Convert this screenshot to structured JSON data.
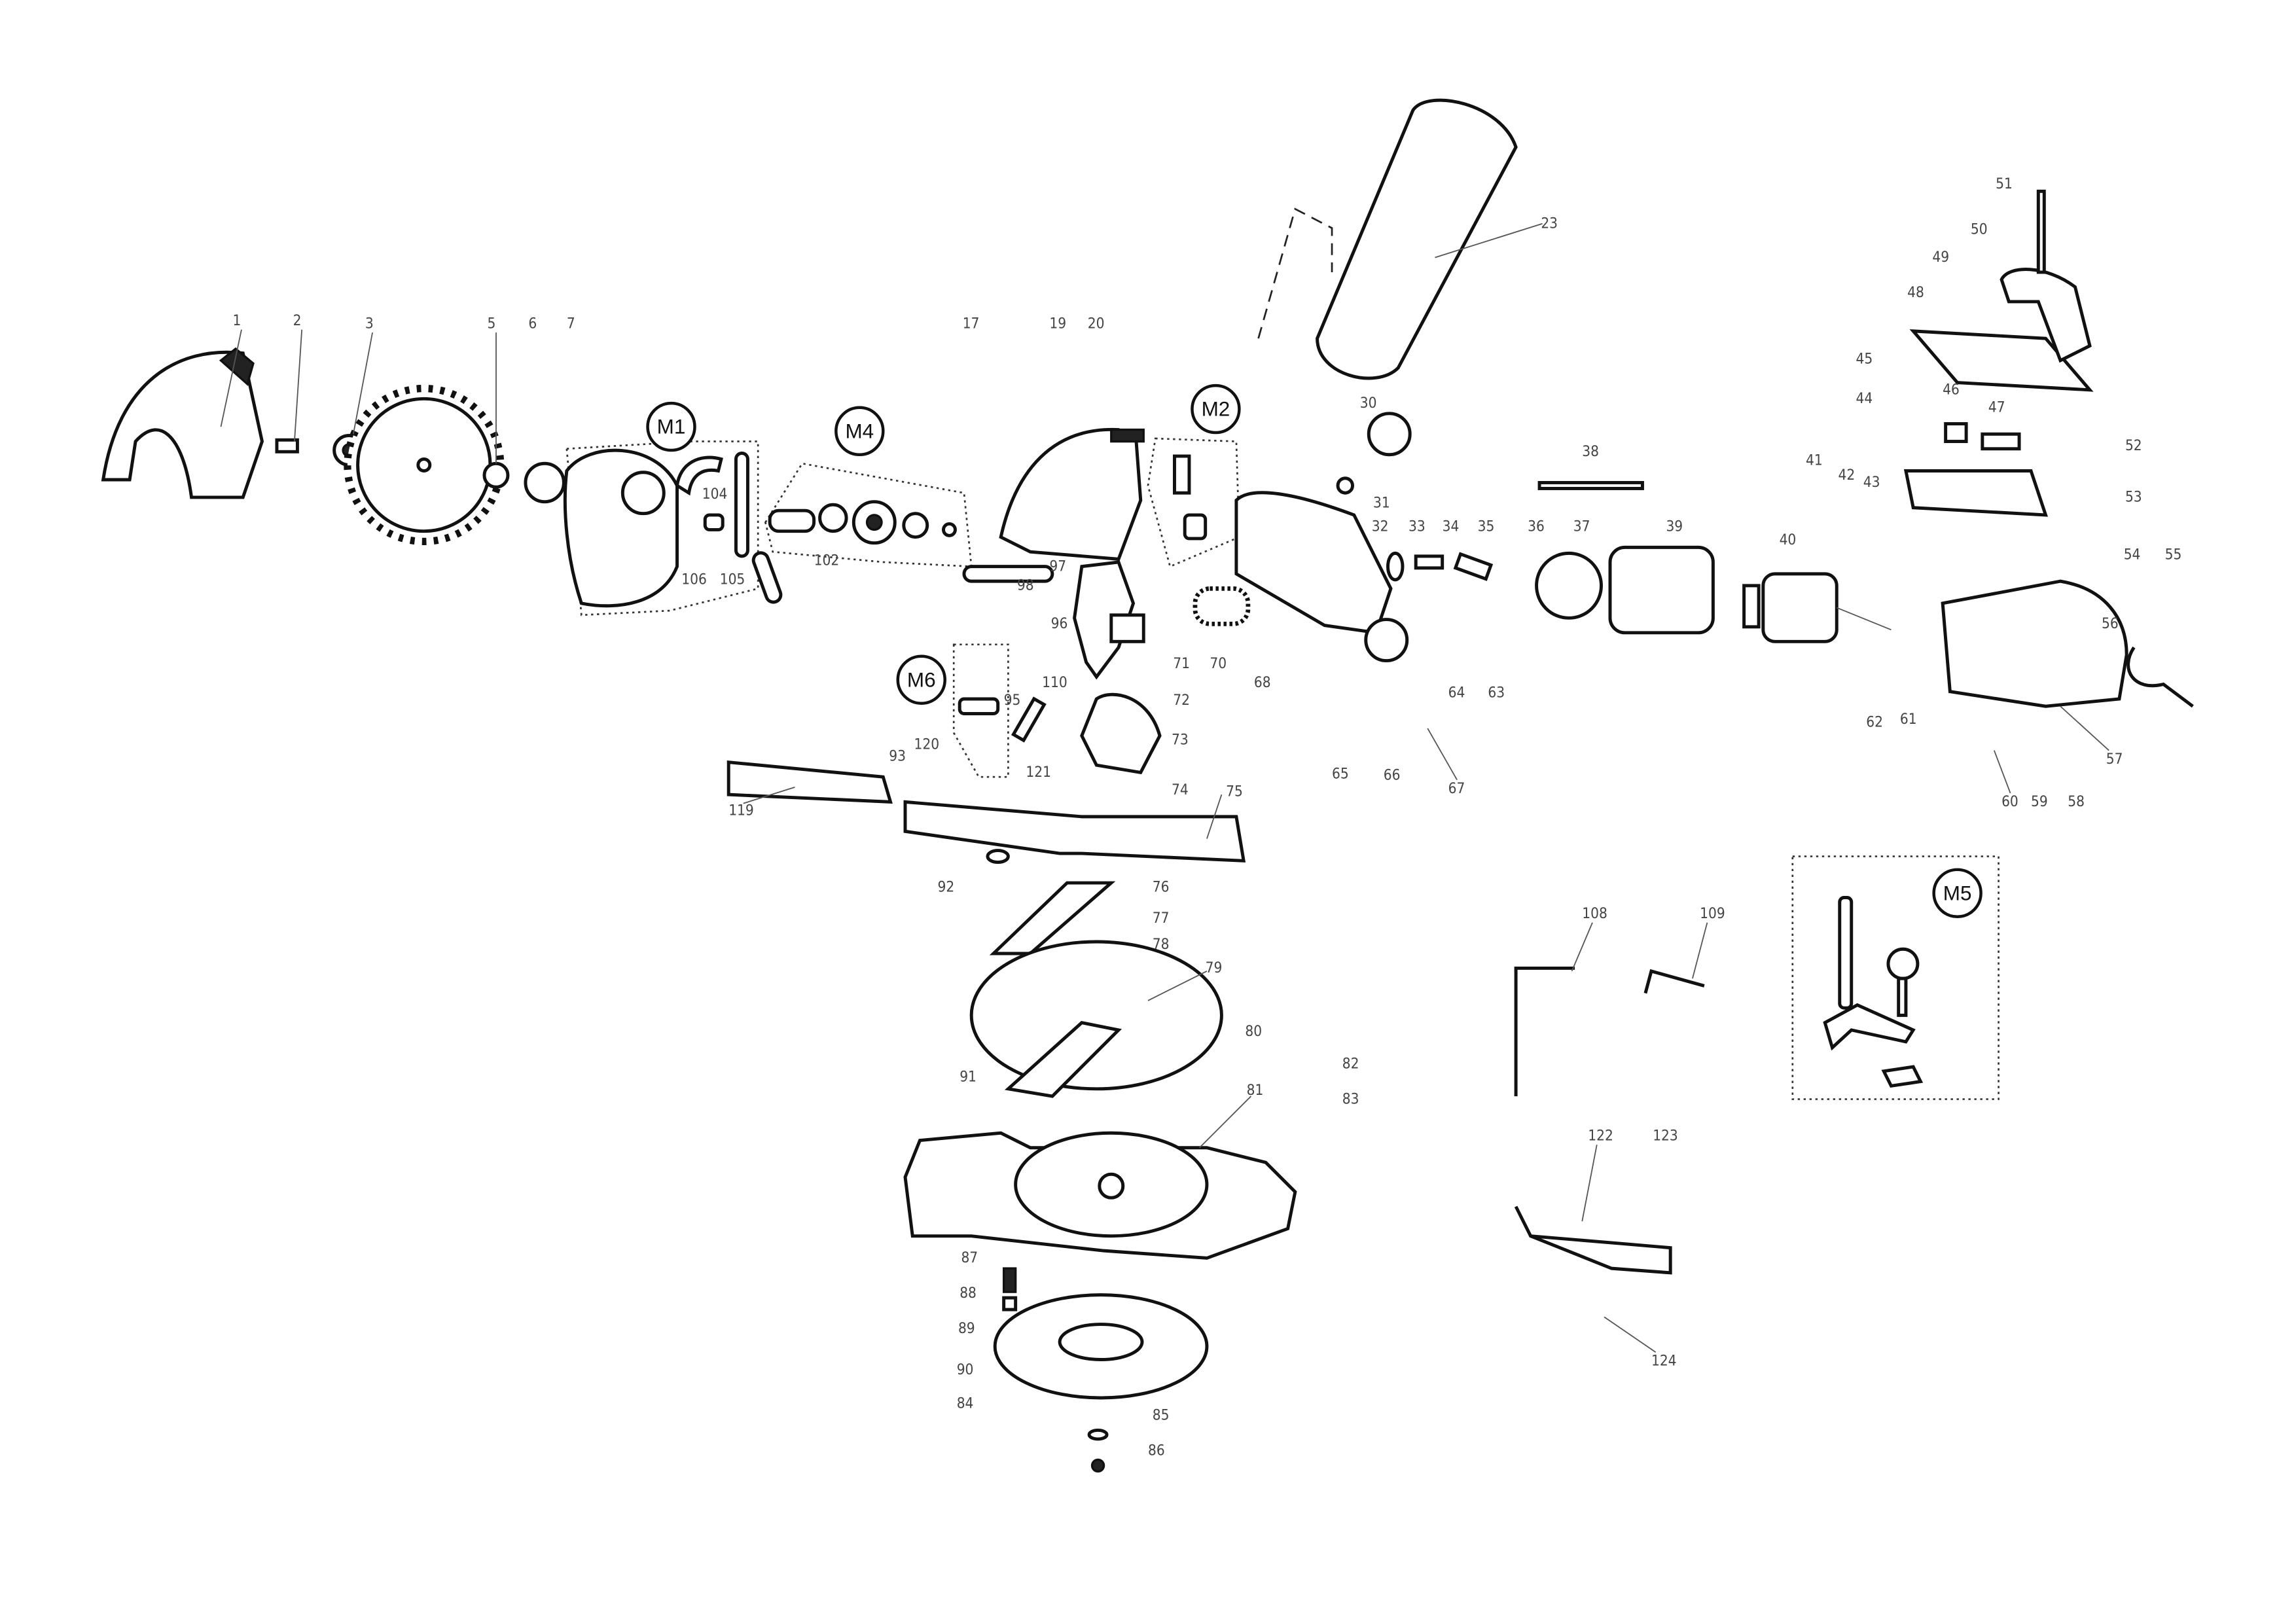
{
  "title": "Miter saw exploded parts diagram",
  "modules": {
    "m1": "M1",
    "m2": "M2",
    "m4": "M4",
    "m5": "M5",
    "m6": "M6"
  },
  "callouts": {
    "c1": "1",
    "c2": "2",
    "c3": "3",
    "c5": "5",
    "c6": "6",
    "c7": "7",
    "c17": "17",
    "c19": "19",
    "c20": "20",
    "c23": "23",
    "c30": "30",
    "c31": "31",
    "c32": "32",
    "c33": "33",
    "c34": "34",
    "c35": "35",
    "c36": "36",
    "c37": "37",
    "c38": "38",
    "c39": "39",
    "c40": "40",
    "c41": "41",
    "c42": "42",
    "c43": "43",
    "c44": "44",
    "c45": "45",
    "c46": "46",
    "c47": "47",
    "c48": "48",
    "c49": "49",
    "c50": "50",
    "c51": "51",
    "c52": "52",
    "c53": "53",
    "c54": "54",
    "c55": "55",
    "c56": "56",
    "c57": "57",
    "c58": "58",
    "c59": "59",
    "c60": "60",
    "c61": "61",
    "c62": "62",
    "c63": "63",
    "c64": "64",
    "c65": "65",
    "c66": "66",
    "c67": "67",
    "c68": "68",
    "c70": "70",
    "c71": "71",
    "c72": "72",
    "c73": "73",
    "c74": "74",
    "c75": "75",
    "c76": "76",
    "c77": "77",
    "c78": "78",
    "c79": "79",
    "c80": "80",
    "c81": "81",
    "c82": "82",
    "c83": "83",
    "c84": "84",
    "c85": "85",
    "c86": "86",
    "c87": "87",
    "c88": "88",
    "c89": "89",
    "c90": "90",
    "c91": "91",
    "c92": "92",
    "c93": "93",
    "c95": "95",
    "c96": "96",
    "c97": "97",
    "c98": "98",
    "c102": "102",
    "c104": "104",
    "c105": "105",
    "c106": "106",
    "c108": "108",
    "c109": "109",
    "c110": "110",
    "c119": "119",
    "c120": "120",
    "c121": "121",
    "c122": "122",
    "c123": "123",
    "c124": "124"
  }
}
